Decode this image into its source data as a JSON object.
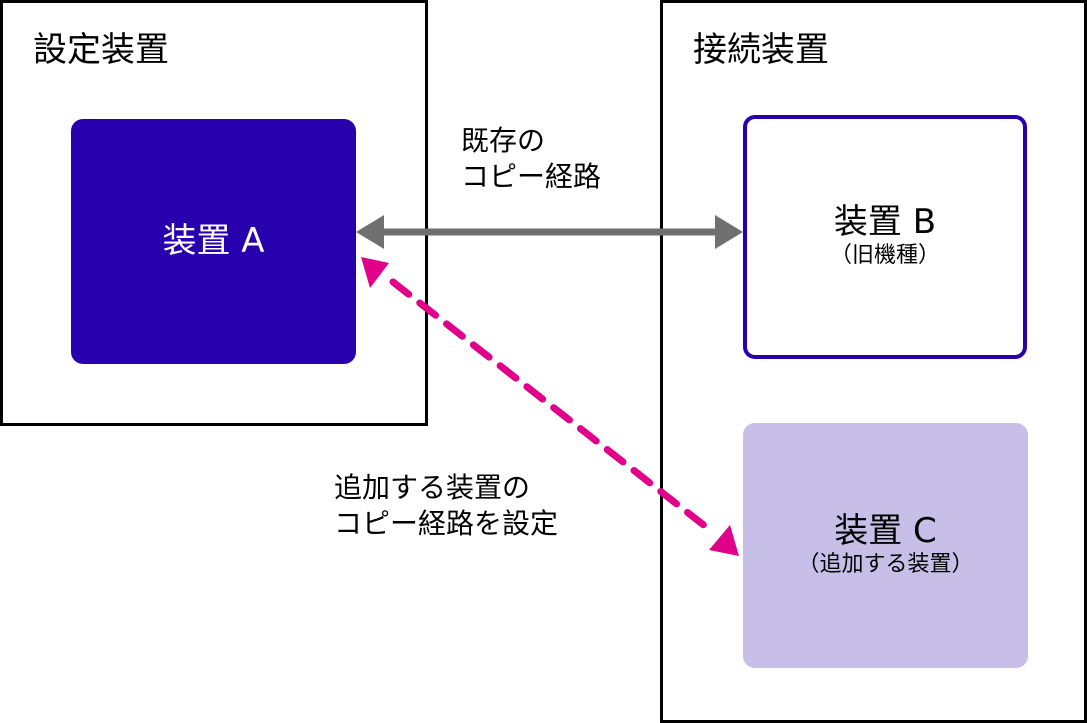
{
  "colors": {
    "device_a_fill": "#2800ae",
    "device_b_border": "#2800ae",
    "device_c_fill": "#c8bfe8",
    "existing_path": "#707070",
    "new_path": "#e0008a",
    "group_border": "#000000"
  },
  "groups": {
    "setting": {
      "title": "設定装置"
    },
    "connected": {
      "title": "接続装置"
    }
  },
  "devices": {
    "a": {
      "name": "装置 A"
    },
    "b": {
      "name": "装置 B",
      "sub": "（旧機種）"
    },
    "c": {
      "name": "装置 C",
      "sub": "（追加する装置）"
    }
  },
  "edges": {
    "existing": {
      "line1": "既存の",
      "line2": "コピー経路",
      "style": "solid",
      "direction": "bidirectional",
      "from": "装置 A",
      "to": "装置 B"
    },
    "new": {
      "line1": "追加する装置の",
      "line2": "コピー経路を設定",
      "style": "dashed",
      "direction": "bidirectional",
      "from": "装置 A",
      "to": "装置 C"
    }
  }
}
